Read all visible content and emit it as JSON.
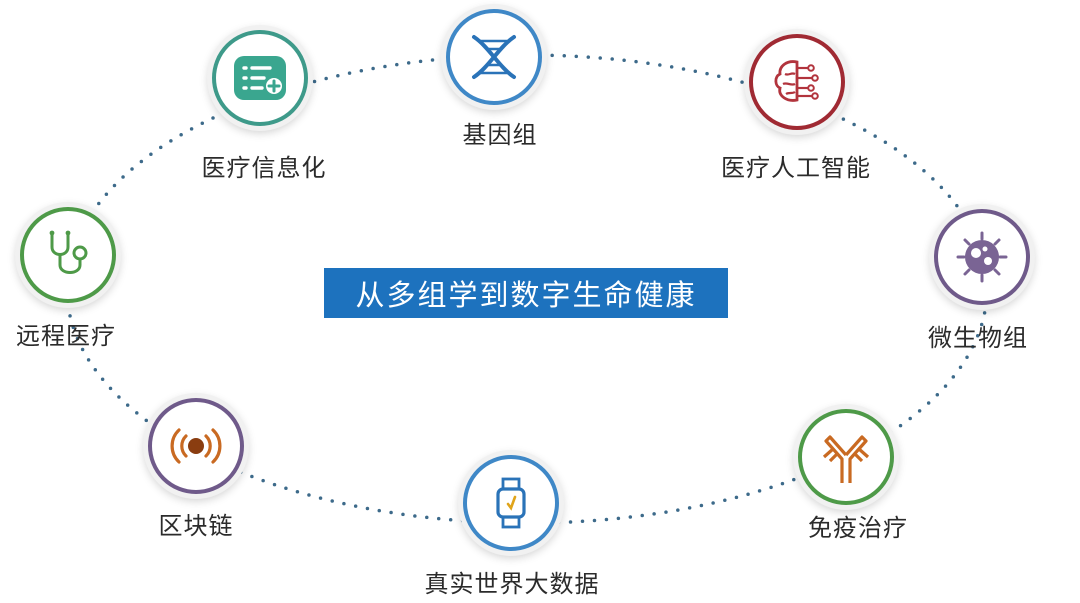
{
  "title": "从多组学到数字生命健康",
  "nodes": [
    {
      "label": "基因组",
      "icon": "dna-icon",
      "color": "#3f88c7"
    },
    {
      "label": "医疗人工智能",
      "icon": "brain-circuit-icon",
      "color": "#a02a33"
    },
    {
      "label": "微生物组",
      "icon": "microbe-icon",
      "color": "#6f5a8a"
    },
    {
      "label": "免疫治疗",
      "icon": "antibody-icon",
      "color": "#4e9a48"
    },
    {
      "label": "真实世界大数据",
      "icon": "smartwatch-icon",
      "color": "#3f88c7"
    },
    {
      "label": "区块链",
      "icon": "broadcast-icon",
      "color": "#6f5a8a"
    },
    {
      "label": "远程医疗",
      "icon": "stethoscope-icon",
      "color": "#4e9a48"
    },
    {
      "label": "医疗信息化",
      "icon": "medical-list-icon",
      "color": "#3e9a8a"
    }
  ],
  "ring_color": "#3d6a8a"
}
